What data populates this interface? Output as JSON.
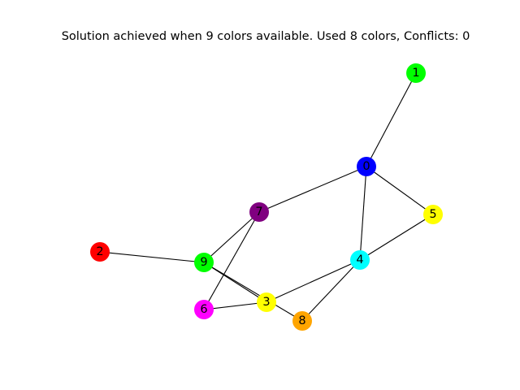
{
  "title": "Solution achieved when 9 colors available. Used 8 colors, Conflicts: 0",
  "graph": {
    "nodes": [
      {
        "id": "0",
        "label": "0",
        "color": "#0000ff"
      },
      {
        "id": "1",
        "label": "1",
        "color": "#00ff00"
      },
      {
        "id": "2",
        "label": "2",
        "color": "#ff0000"
      },
      {
        "id": "3",
        "label": "3",
        "color": "#ffff00"
      },
      {
        "id": "4",
        "label": "4",
        "color": "#00ffff"
      },
      {
        "id": "5",
        "label": "5",
        "color": "#ffff00"
      },
      {
        "id": "6",
        "label": "6",
        "color": "#ff00ff"
      },
      {
        "id": "7",
        "label": "7",
        "color": "#800080"
      },
      {
        "id": "8",
        "label": "8",
        "color": "#ffa500"
      },
      {
        "id": "9",
        "label": "9",
        "color": "#00ff00"
      }
    ],
    "edges": [
      [
        "0",
        "1"
      ],
      [
        "0",
        "7"
      ],
      [
        "0",
        "5"
      ],
      [
        "0",
        "4"
      ],
      [
        "5",
        "4"
      ],
      [
        "4",
        "3"
      ],
      [
        "4",
        "8"
      ],
      [
        "7",
        "9"
      ],
      [
        "7",
        "6"
      ],
      [
        "2",
        "9"
      ],
      [
        "9",
        "3"
      ],
      [
        "9",
        "8"
      ],
      [
        "6",
        "3"
      ]
    ]
  }
}
